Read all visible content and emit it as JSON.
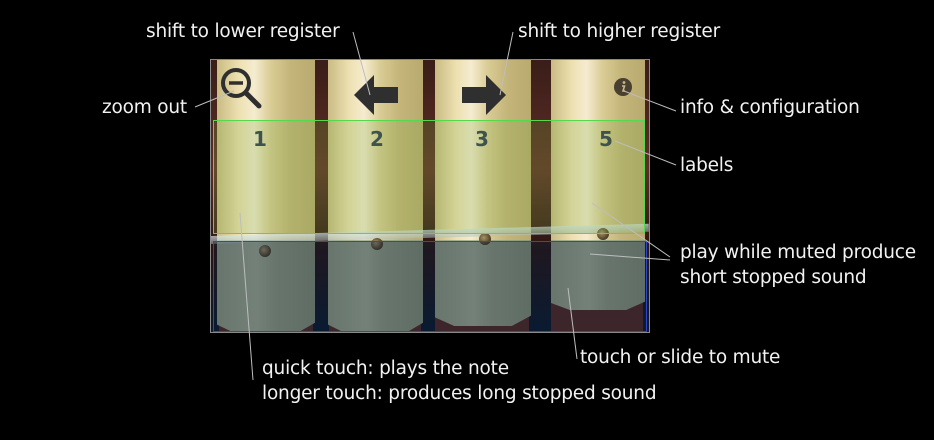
{
  "callouts": {
    "shift_lower": "shift to lower register",
    "shift_higher": "shift to higher register",
    "zoom_out": "zoom out",
    "info": "info & configuration",
    "labels": "labels",
    "muted_line1": "play while muted produce",
    "muted_line2": "short stopped sound",
    "mute": "touch or slide to mute",
    "touch_line1": "quick touch: plays the note",
    "touch_line2": "longer touch: produces long stopped sound"
  },
  "instrument": {
    "bars": [
      {
        "label": "1"
      },
      {
        "label": "2"
      },
      {
        "label": "3"
      },
      {
        "label": "5"
      }
    ],
    "icons": {
      "zoom_out": "zoom-out-icon",
      "left_arrow": "arrow-left-icon",
      "right_arrow": "arrow-right-icon",
      "info": "info-icon"
    },
    "zones": {
      "play_zone_color": "#55d84a",
      "mute_zone_color": "#2e45c8"
    }
  }
}
